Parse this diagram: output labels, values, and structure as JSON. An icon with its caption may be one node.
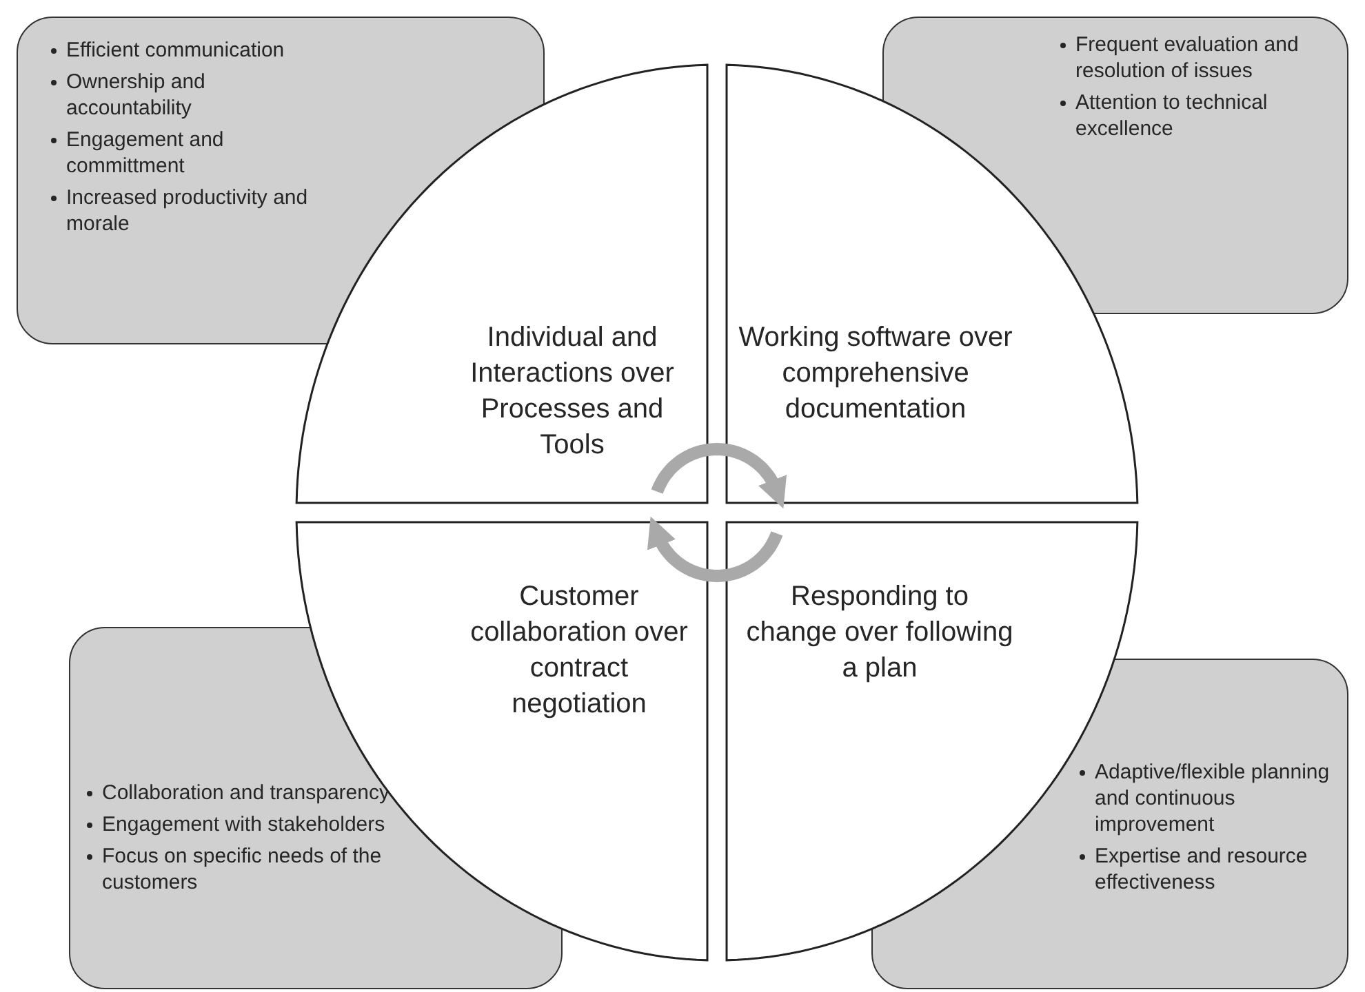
{
  "diagram": {
    "nodes": [
      {
        "text": [
          "Individual and Interactions over Processes and Tools"
        ]
      },
      {
        "text": [
          "Working software over comprehensive documentation"
        ]
      },
      {
        "text": [
          "Customer collaboration over contract negotiation"
        ]
      },
      {
        "text": [
          "Responding to change over following a plan"
        ]
      },
      {
        "text": [
          "Efficient communication",
          "Ownership and accountability",
          "Engagement and committment",
          "Increased productivity and morale"
        ]
      },
      {
        "text": [
          "Frequent evaluation and resolution of issues",
          "Attention to technical excellence"
        ]
      },
      {
        "text": [
          "Collaboration and transparency",
          "Engagement with stakeholders",
          "Focus on specific needs of the customers"
        ]
      },
      {
        "text": [
          "Adaptive/flexible planning and continuous improvement",
          "Expertise and resource effectiveness"
        ]
      }
    ],
    "edges": [
      {
        "from": 0,
        "to": 1,
        "arrow": "to"
      },
      {
        "from": 3,
        "to": 2,
        "arrow": "to"
      }
    ]
  }
}
